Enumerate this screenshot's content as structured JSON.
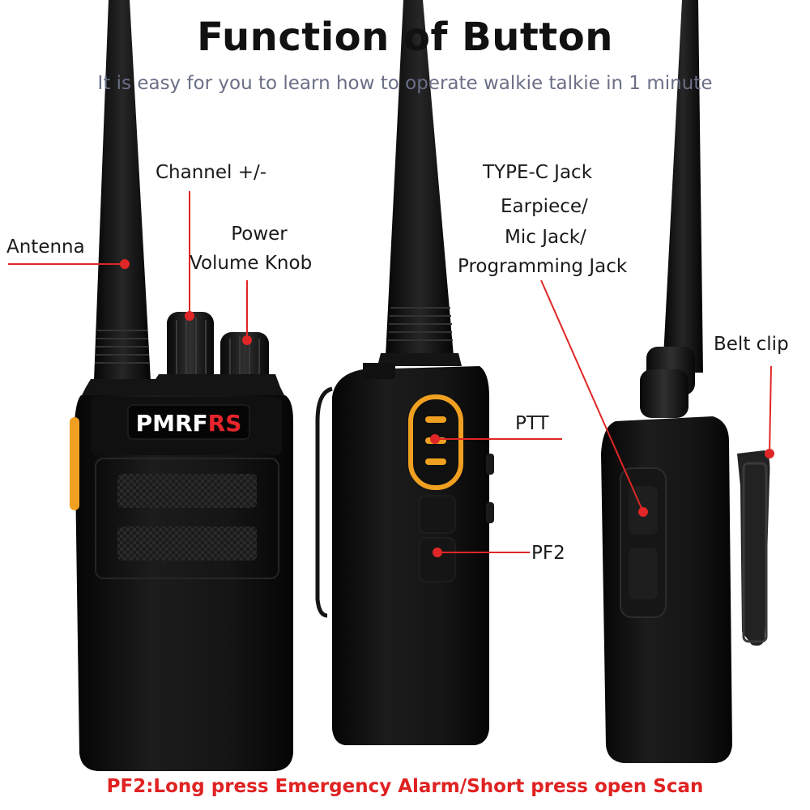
{
  "header": {
    "title": "Function of Button",
    "subtitle": "It is easy for you to learn how to operate walkie talkie in 1 minute"
  },
  "labels": {
    "antenna": "Antenna",
    "channel": "Channel +/-",
    "power": "Power",
    "volume_knob": "Volume Knob",
    "type_c_jack": "TYPE-C Jack",
    "earpiece": "Earpiece/",
    "mic_jack": "Mic Jack/",
    "programming_jack": "Programming Jack",
    "belt_clip": "Belt clip",
    "ptt": "PTT",
    "pf2": "PF2"
  },
  "brand": {
    "prefix": "PMRF",
    "suffix": "RS"
  },
  "footer": {
    "note": "PF2:Long press Emergency Alarm/Short press open Scan"
  },
  "colors": {
    "callout_line": "#e02626",
    "ptt_ring": "#f0a020",
    "body": "#121212",
    "brand_red": "#e8242c"
  }
}
